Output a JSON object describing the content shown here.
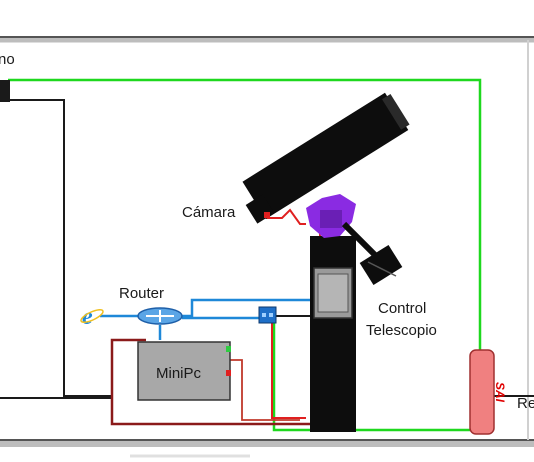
{
  "labels": {
    "top_left_partial": "no",
    "camera": "Cámara",
    "router": "Router",
    "minipc": "MiniPc",
    "control_line1": "Control",
    "control_line2": "Telescopio",
    "sai": "SAI",
    "right_partial": "Re"
  },
  "colors": {
    "frame": "#555555",
    "frame_shadow": "#bdbdbd",
    "power_green": "#1ed81e",
    "network_blue": "#1e88d8",
    "cable_dark_red": "#8b1a1a",
    "cable_red": "#e02020",
    "mount_purple": "#8a2be2",
    "telescope_black": "#0d0d0d",
    "minipc_gray": "#a8a8a8",
    "control_box_gray": "#9a9a9a",
    "sai_fill": "#f08080",
    "sai_text": "#e00000",
    "router_blue": "#3a8fd8",
    "switch_blue": "#1e6fc8"
  },
  "icons": [
    "internet-explorer-icon",
    "router-icon",
    "network-switch-icon",
    "camera-icon",
    "ups-icon"
  ]
}
